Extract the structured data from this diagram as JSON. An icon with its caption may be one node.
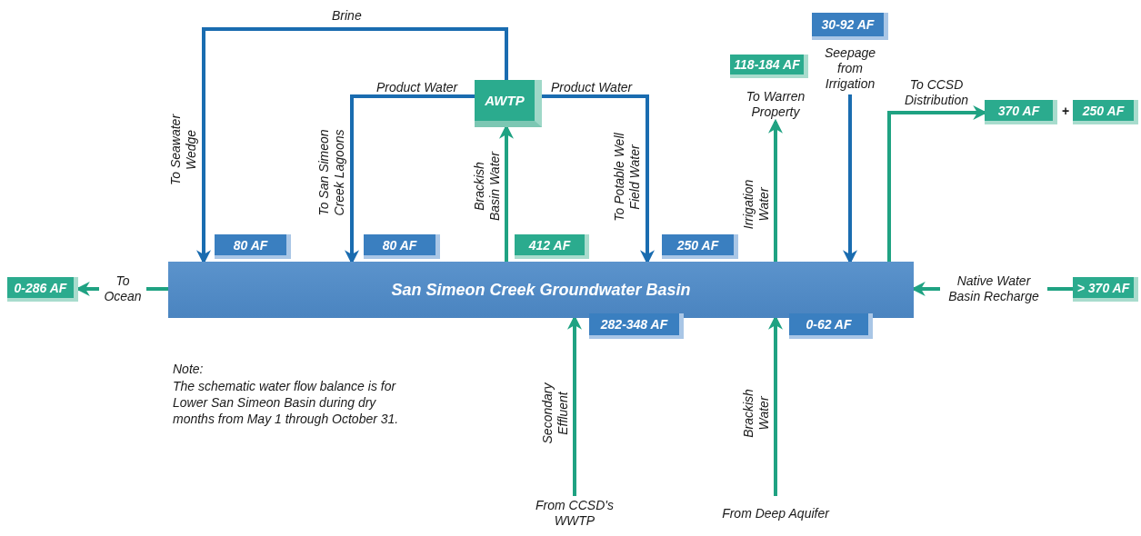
{
  "diagram": {
    "nodes": [
      {
        "text": [
          "San Simeon Creek Groundwater Basin"
        ]
      },
      {
        "text": [
          "AWTP"
        ]
      },
      {
        "text": [
          "80 AF"
        ]
      },
      {
        "text": [
          "80 AF"
        ]
      },
      {
        "text": [
          "412 AF"
        ]
      },
      {
        "text": [
          "250 AF"
        ]
      },
      {
        "text": [
          "0-286 AF"
        ]
      },
      {
        "text": [
          "> 370 AF"
        ]
      },
      {
        "text": [
          "282-348 AF"
        ]
      },
      {
        "text": [
          "0-62 AF"
        ]
      },
      {
        "text": [
          "118-184 AF"
        ]
      },
      {
        "text": [
          "30-92 AF"
        ]
      },
      {
        "text": [
          "370 AF"
        ]
      },
      {
        "text": [
          "250 AF"
        ]
      },
      {
        "text": [
          "To Warren Property"
        ]
      },
      {
        "text": [
          "Seepage from Irrigation"
        ]
      },
      {
        "text": [
          "From CCSD's WWTP"
        ]
      },
      {
        "text": [
          "From Deep Aquifer"
        ]
      }
    ],
    "edges": [
      {
        "from": 1,
        "to": 0,
        "arrow": "to",
        "label": "To Seawater Wedge",
        "color": "#1a6cb0"
      },
      {
        "from": 1,
        "to": 0,
        "arrow": "to",
        "label": "To San Simeon Creek Lagoons",
        "color": "#1a6cb0"
      },
      {
        "from": 1,
        "to": 0,
        "arrow": "to",
        "label": "To Potable Well Field Water",
        "color": "#1a6cb0"
      },
      {
        "from": 0,
        "to": 1,
        "arrow": "to",
        "label": "Brackish Basin Water"
      },
      {
        "from": 0,
        "to": 6,
        "arrow": "to",
        "label": "To Ocean"
      },
      {
        "from": 7,
        "to": 0,
        "arrow": "to",
        "label": "Native Water Basin Recharge"
      },
      {
        "from": 16,
        "to": 0,
        "arrow": "to",
        "label": "Secondary Effluent"
      },
      {
        "from": 17,
        "to": 0,
        "arrow": "to",
        "label": "Brackish Water"
      },
      {
        "from": 0,
        "to": 14,
        "arrow": "to",
        "label": "Irrigation Water"
      },
      {
        "from": 15,
        "to": 0,
        "arrow": "to",
        "color": "#1a6cb0"
      },
      {
        "from": 0,
        "to": 12,
        "arrow": "to",
        "label": "To CCSD Distribution"
      }
    ],
    "labels": [
      "Brine",
      "Product Water",
      "Product Water",
      "+",
      "Note:",
      "The schematic water flow balance is for Lower San Simeon Basin during dry months from May 1 through October 31."
    ]
  }
}
